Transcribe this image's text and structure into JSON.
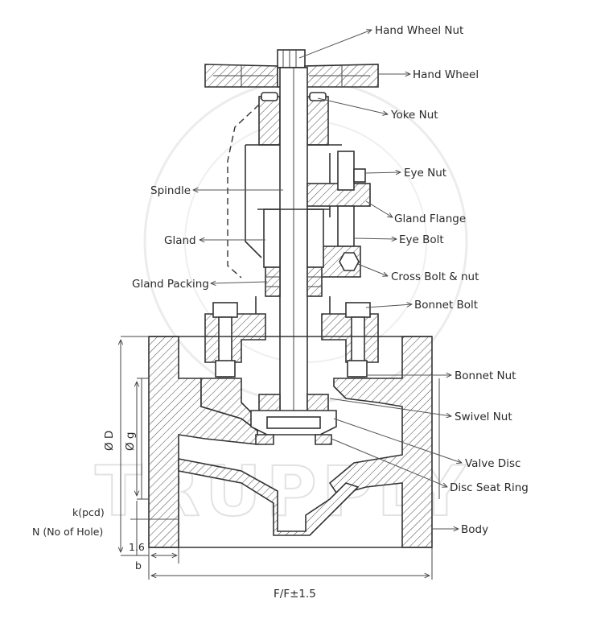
{
  "watermark": "TRUPPLY",
  "labels": {
    "hand_wheel_nut": "Hand Wheel Nut",
    "hand_wheel": "Hand Wheel",
    "yoke_nut": "Yoke Nut",
    "eye_nut": "Eye Nut",
    "spindle": "Spindle",
    "gland_flange": "Gland Flange",
    "gland": "Gland",
    "eye_bolt": "Eye Bolt",
    "cross_bolt_nut": "Cross Bolt & nut",
    "gland_packing": "Gland Packing",
    "bonnet_bolt": "Bonnet Bolt",
    "bonnet_nut": "Bonnet Nut",
    "swivel_nut": "Swivel Nut",
    "valve_disc": "Valve Disc",
    "disc_seat_ring": "Disc Seat Ring",
    "body": "Body"
  },
  "dimensions": {
    "od": "Ø D",
    "og": "Ø g",
    "k_pcd": "k(pcd)",
    "n_holes": "N (No of Hole)",
    "raised_face": "1.6",
    "b": "b",
    "face_to_face": "F/F±1.5"
  }
}
